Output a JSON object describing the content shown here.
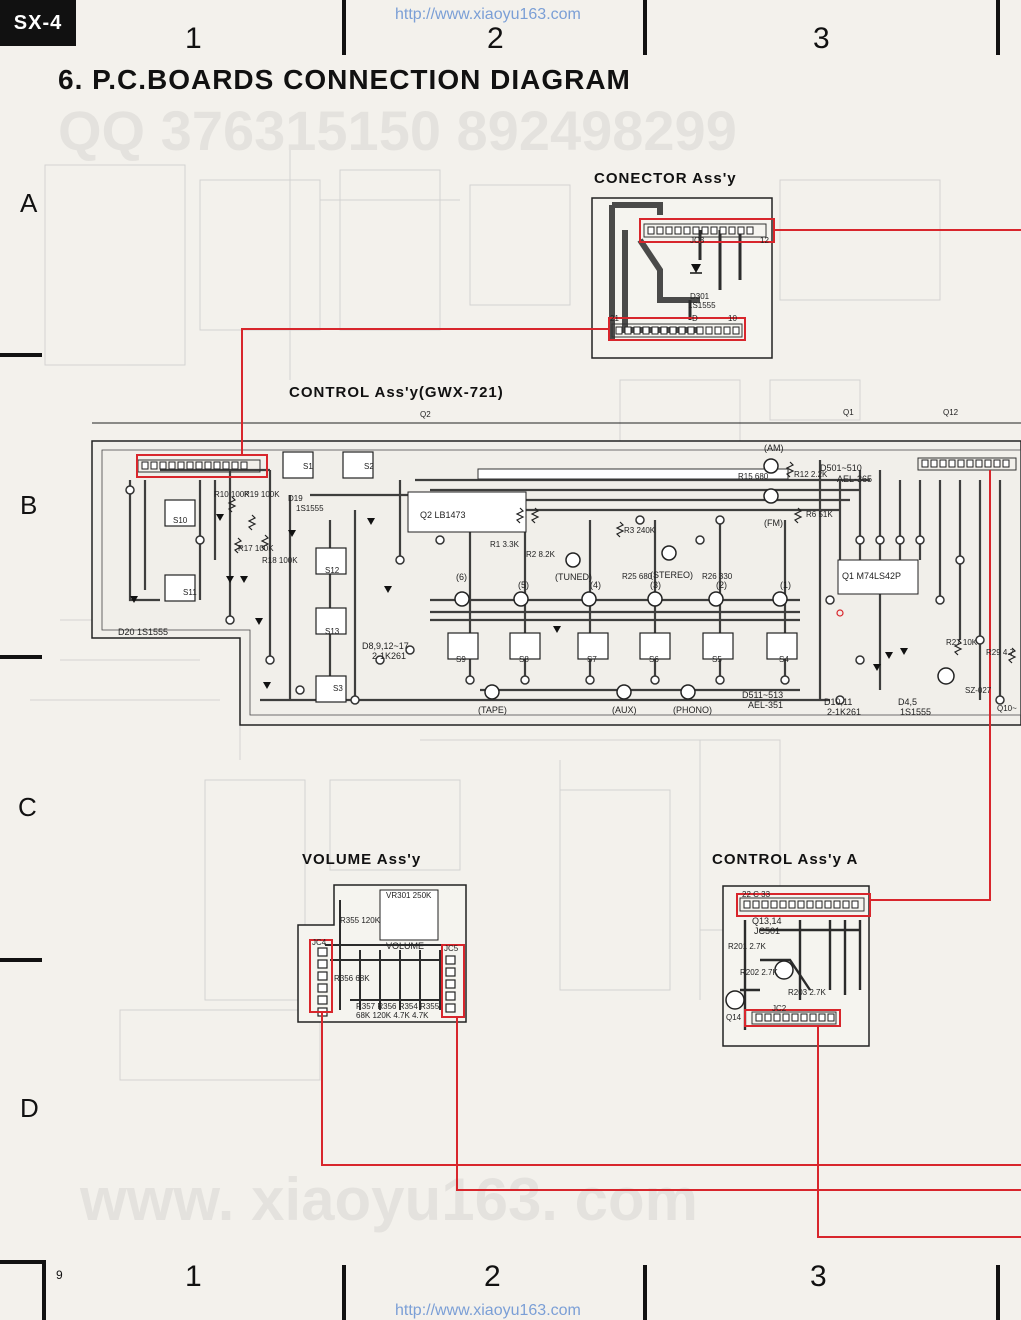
{
  "header": {
    "model_tag": "SX-4",
    "url_top": "http://www.xiaoyu163.com",
    "url_bottom": "http://www.xiaoyu163.com",
    "page_number": "9",
    "title": "6. P.C.BOARDS CONNECTION DIAGRAM",
    "columns": [
      "1",
      "2",
      "3"
    ],
    "rows": [
      "A",
      "B",
      "C",
      "D"
    ]
  },
  "watermarks": {
    "qq_top": "QQ 376315150   892498299",
    "site_bottom": "www. xiaoyu163. com"
  },
  "boards": {
    "connector": {
      "name": "CONECTOR Ass'y",
      "ic": "JC3",
      "pin_top_right": "12",
      "pin_bottom_left": "21",
      "pin_bottom_mid": "D",
      "pin_bottom_right": "10",
      "diode": "D301",
      "diode_type": "1S1555"
    },
    "control": {
      "name": "CONTROL Ass'y(GWX-721)",
      "top_labels": [
        "Q2",
        "Q1",
        "Q12"
      ],
      "ic_main": "Q2  LB1473",
      "ic2": "Q1  M74LS42P",
      "switches": [
        "S1",
        "S2",
        "S10",
        "S11",
        "S12",
        "S13",
        "S3",
        "S9",
        "S8",
        "S7",
        "S6",
        "S5",
        "S4"
      ],
      "indicators": [
        "(6)",
        "(5)",
        "(4)",
        "(3)",
        "(2)",
        "(1)",
        "(AM)",
        "(FM)",
        "(TUNED)",
        "(STEREO)",
        "(TAPE)",
        "(AUX)",
        "(PHONO)"
      ],
      "notes": {
        "d501": "D501~510",
        "ael365": "AEL-365",
        "d511": "D511~513",
        "ael351": "AEL-351",
        "d10": "D10,11",
        "k1261a": "2-1K261",
        "d45": "D4,5",
        "s1555": "1S1555",
        "d8": "D8,9,12~17",
        "k1261b": "2-1K261",
        "d20": "D20  1S1555",
        "d19": "D19",
        "d19t": "1S1555",
        "sz": "SZ-027",
        "q10": "Q10~"
      },
      "resistors": [
        "R10 100K",
        "R19 100K",
        "R17 100K",
        "R18 100K",
        "R1 3.3K",
        "R2 8.2K",
        "R3 240K",
        "R25 680",
        "R26 330",
        "R15 680",
        "R12 2.2K",
        "R6 51K",
        "R27 10K",
        "R29 4.7"
      ]
    },
    "volume": {
      "name": "VOLUME Ass'y",
      "vr": "VR301 250K",
      "label": "VOLUME",
      "jc4": "JC4",
      "jc5": "JC5",
      "r355": "R355 120K",
      "r356": "R356 68K",
      "bottom": "R357 R356  R354 R355",
      "bottom2": "68K 120K   4.7K 4.7K"
    },
    "control_a": {
      "name": "CONTROL Ass'y A",
      "pins": "22    C    33",
      "q": "Q13,14",
      "jc": "JC501",
      "r201": "R201 2.7K",
      "r202": "R202 2.7K",
      "r203": "R203 2.7K",
      "q14": "Q14",
      "jc2": "JC2"
    }
  },
  "colors": {
    "wire": "#d8262c",
    "trace": "#2b2b2b",
    "paper": "#f3f1ec"
  }
}
